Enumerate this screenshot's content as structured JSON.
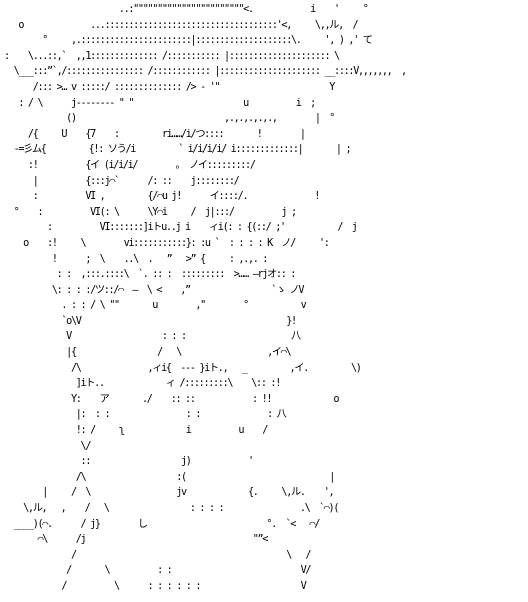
{
  "artwork": {
    "background_color": "#ffffff",
    "text_color": "#000000",
    "lines": [
      "                        ..:\"\"\"\"\"\"\"\"\"\"\"\"\"\"\"\"\"\"\"\"\"\"\"<.            i    '     °",
      "   o              ...::::::::::::::::::::::::::::::::::::'<,     \\,,ル,  /",
      "        °     ,.:::::::::::::::::::::::|::::::::::::::::::::\\.     ', ) ,' て",
      ":    \\...::,`  ,,1:::::::::::::: /::::::::::: |::::::::::::::::::::: \\",
      "  \\___:::”`,/:::::::::::::::: /:::::::::::: |::::::::::::::::::::: __::::V,,,,,,,  ,",
      "      /::: >… v :::::/ :::::::::::::: /> - '\"                       Y",
      "   : / \\      j-------- \" \"                       u          i  ;",
      "             ()                               ,.,.,.,.,.,        |  °",
      "     /{     U    {7    :         ri……/i/つ::::       !        |",
      "  -=彡ム{         {!: ソう/i         ` i/i/i/i/ i:::::::::::::|       | ;",
      "     :!          {イ (i/i/i/        。 ノイ:::::::::/",
      "      |          {:::j⌒`      /: ::    j::::::::/",
      "      :          VI ,         {/⌒u j!      イ::::/.              !",
      "  °    :          VI(: \\      \\Y⌒i     /  j|:::/          j ;",
      "         :          VI:::::::]iトu..j i    ィi(: : {(::/ ;'           /  j",
      "    o    :!     \\        vi:::::::::::}: :u `  : : : : K  ノ/     ':",
      "          !      ;  \\    ..\\  .   ”   >” {     : ,.,. :",
      "           : :  ,:::.::::\\  `. :: :  :::::::::  >…… —rjオ:: :",
      "          \\: : : :/ツ::/⌒  —  \\ <    ,”                 `ゝ ノV",
      "            . : : / \\ \"\"       u        ,\"        °           v",
      "            `o\\V                                           }!",
      "             V                   : : :                      八",
      "             |{                 /   \\                  ,イ⌒\\",
      "              /\\              ,ィi{  --- }iト.,   _         ,イ.         \\)",
      "               ]iト..             ィ /:::::::::\\    \\:: :!",
      "              Y:    ア       ./    :: ::            : !!             o",
      "               |:  : :                : :              : 八",
      "               !: /     ʅ             i          u    /",
      "                \\/",
      "                ::                   j)            '",
      "               /\\                   :(                              |",
      "        |     /  \\                  jv             {.     \\,ル.    ',",
      "    \\,ル,   ,    /   \\                 : : : :                .\\  `⌒)(",
      "  ____)(⌒.      / j}        し                         °.  `<   ⌒/",
      "       ⌒\\      /j                                   \"”<",
      "              /                                            \\   /",
      "             /       \\          : :                           V/",
      "            /          \\      : : : : : :                     V"
    ]
  }
}
